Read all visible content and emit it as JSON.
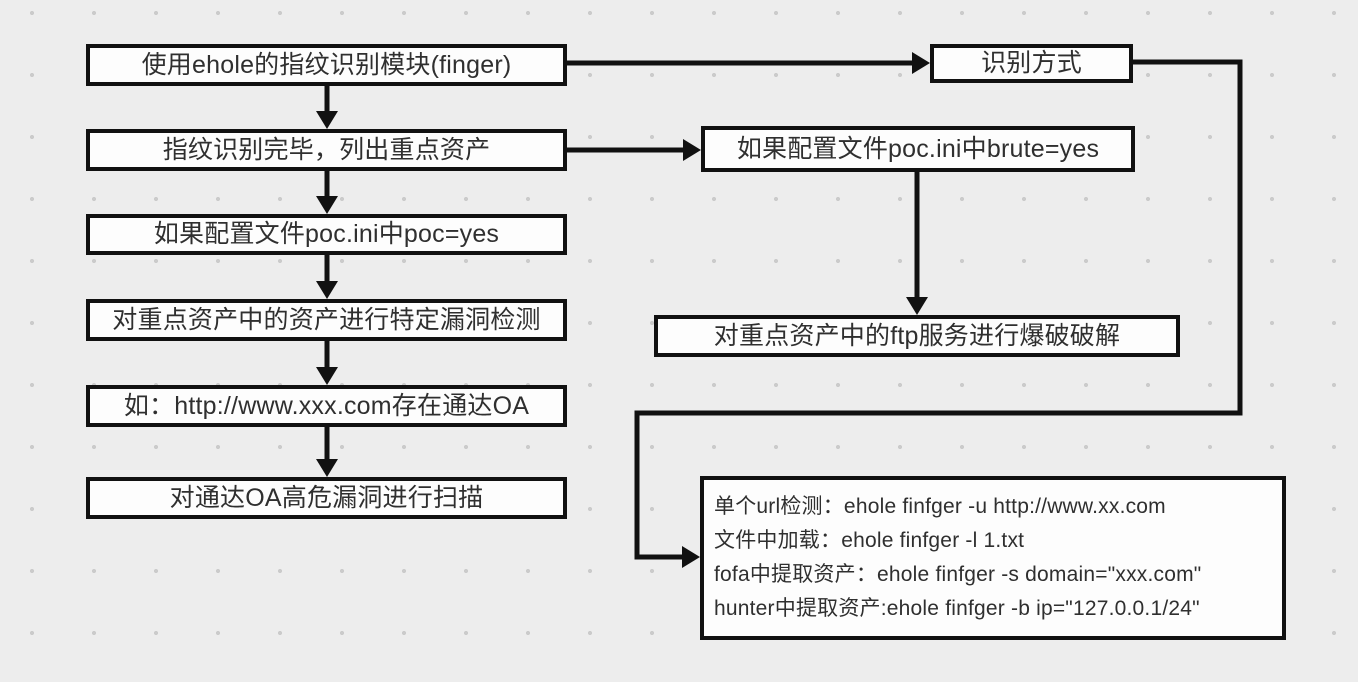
{
  "theme": {
    "background": "#ededed",
    "dot_grid": "#cbcbcb",
    "node_fill": "#fdfdfd",
    "line_color": "#111111",
    "text_color": "#2f2f2f"
  },
  "nodes": {
    "finger_module": {
      "label": "使用ehole的指纹识别模块(finger)"
    },
    "fingerprint_done": {
      "label": "指纹识别完毕，列出重点资产"
    },
    "poc_config": {
      "label": "如果配置文件poc.ini中poc=yes"
    },
    "vuln_detect": {
      "label": "对重点资产中的资产进行特定漏洞检测"
    },
    "example_tongda": {
      "label": "如：http://www.xxx.com存在通达OA"
    },
    "tongda_scan": {
      "label": "对通达OA高危漏洞进行扫描"
    },
    "recognition_method": {
      "label": "识别方式"
    },
    "brute_config": {
      "label": "如果配置文件poc.ini中brute=yes"
    },
    "ftp_brute": {
      "label": "对重点资产中的ftp服务进行爆破破解"
    },
    "usage_examples": {
      "lines": [
        "单个url检测：ehole finfger -u http://www.xx.com",
        "文件中加载：ehole finfger -l 1.txt",
        "fofa中提取资产：ehole finfger -s domain=\"xxx.com\"",
        "hunter中提取资产:ehole finfger -b ip=\"127.0.0.1/24\""
      ]
    }
  },
  "edges": [
    {
      "from": "finger_module",
      "to": "fingerprint_done",
      "type": "arrow-down"
    },
    {
      "from": "fingerprint_done",
      "to": "poc_config",
      "type": "arrow-down"
    },
    {
      "from": "poc_config",
      "to": "vuln_detect",
      "type": "arrow-down"
    },
    {
      "from": "vuln_detect",
      "to": "example_tongda",
      "type": "arrow-down"
    },
    {
      "from": "example_tongda",
      "to": "tongda_scan",
      "type": "arrow-down"
    },
    {
      "from": "finger_module",
      "to": "recognition_method",
      "type": "arrow-right"
    },
    {
      "from": "fingerprint_done",
      "to": "brute_config",
      "type": "arrow-right"
    },
    {
      "from": "brute_config",
      "to": "ftp_brute",
      "type": "arrow-down"
    },
    {
      "from": "recognition_method",
      "to": "usage_examples",
      "type": "elbow-right-down-left-down-right"
    }
  ]
}
